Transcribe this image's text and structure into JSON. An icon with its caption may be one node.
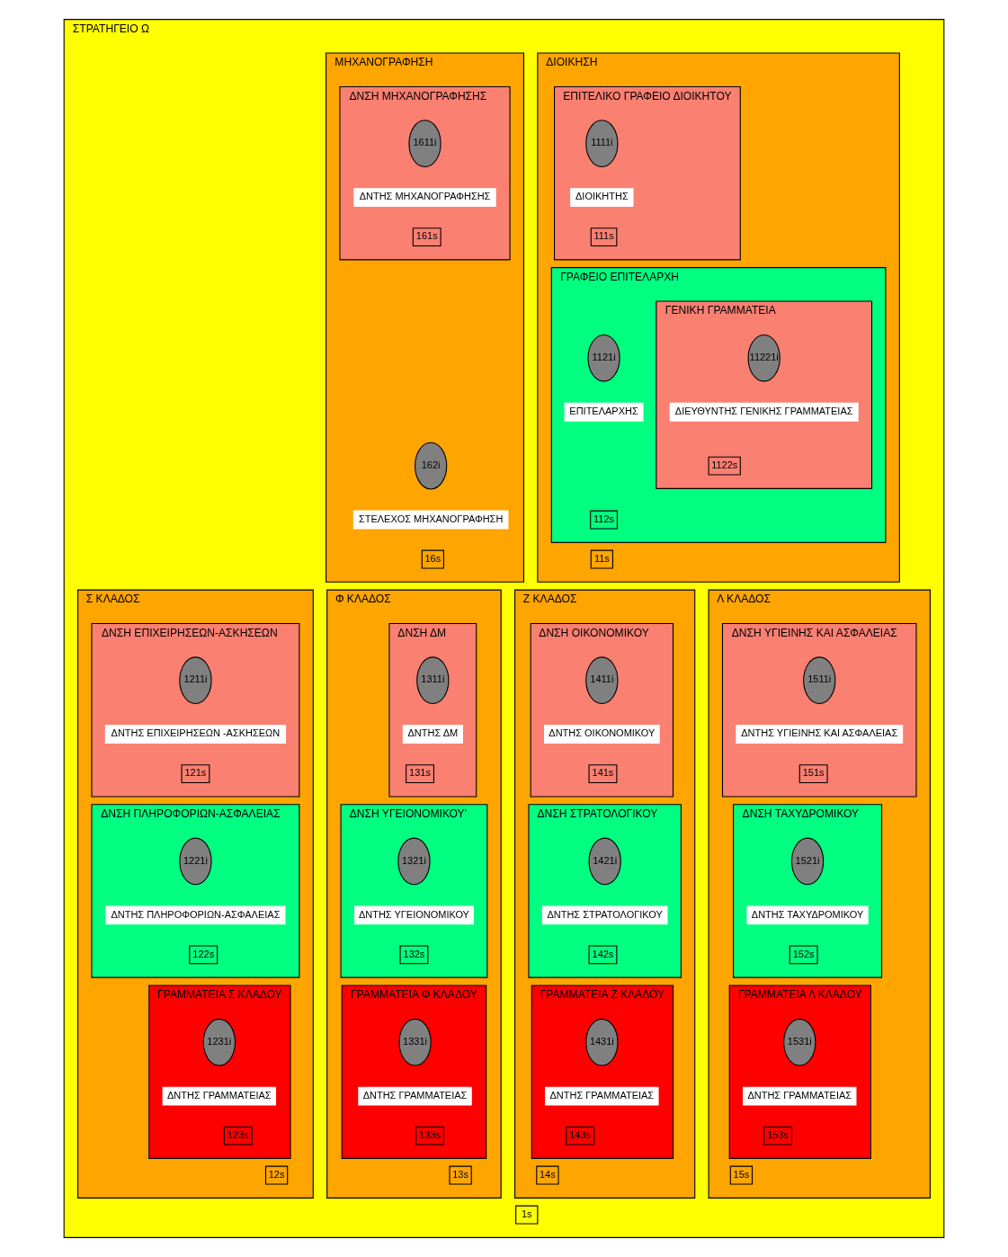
{
  "diagram": {
    "nodes": [
      {
        "text": [
          "ΣΤΡΑΤΗΓΕΙΟ Ω"
        ]
      },
      {
        "text": [
          "ΔΙΟΙΚΗΣΗ"
        ],
        "in": 0
      },
      {
        "text": [
          "ΕΠΙΤΕΛΙΚΟ ΓΡΑΦΕΙΟ ΔΙΟΙΚΗΤΟΥ"
        ],
        "in": 1
      },
      {
        "text": [
          "1111i"
        ],
        "in": 2,
        "beside": [
          "ΔΙΟΙΚΗΤΗΣ"
        ]
      },
      {
        "text": [
          "111s"
        ],
        "in": 2
      },
      {
        "text": [
          "ΓΡΑΦΕΙΟ ΕΠΙΤΕΛΑΡΧΗ"
        ],
        "in": 1
      },
      {
        "text": [
          "1121i"
        ],
        "in": 5,
        "beside": [
          "ΕΠΙΤΕΛΑΡΧΗΣ"
        ]
      },
      {
        "text": [
          "ΓΕΝΙΚΗ ΓΡΑΜΜΑΤΕΙΑ"
        ],
        "in": 5
      },
      {
        "text": [
          "11221i"
        ],
        "in": 7,
        "beside": [
          "ΔΙΕΥΘΥΝΤΗΣ ΓΕΝΙΚΗΣ ΓΡΑΜΜΑΤΕΙΑΣ"
        ]
      },
      {
        "text": [
          "1122s"
        ],
        "in": 7
      },
      {
        "text": [
          "112s"
        ],
        "in": 5
      },
      {
        "text": [
          "11s"
        ],
        "in": 1
      },
      {
        "text": [
          "ΜΗΧΑΝΟΓΡΑΦΗΣΗ"
        ],
        "in": 0
      },
      {
        "text": [
          "ΔΝΣΗ ΜΗΧΑΝΟΓΡΑΦΗΣΗΣ"
        ],
        "in": 12
      },
      {
        "text": [
          "1611i"
        ],
        "in": 13,
        "beside": [
          "ΔΝΤΗΣ ΜΗΧΑΝΟΓΡΑΦΗΣΗΣ"
        ]
      },
      {
        "text": [
          "161s"
        ],
        "in": 13
      },
      {
        "text": [
          "162i"
        ],
        "in": 12,
        "beside": [
          "ΣΤΕΛΕΧΟΣ ΜΗΧΑΝΟΓΡΑΦΗΣΗ"
        ]
      },
      {
        "text": [
          "16s"
        ],
        "in": 12
      },
      {
        "text": [
          "Σ ΚΛΑΔΟΣ"
        ],
        "in": 0
      },
      {
        "text": [
          "ΔΝΣΗ ΕΠΙΧΕΙΡΗΣΕΩΝ-ΑΣΚΗΣΕΩΝ"
        ],
        "in": 18
      },
      {
        "text": [
          "1211i"
        ],
        "in": 19,
        "beside": [
          "ΔΝΤΗΣ ΕΠΙΧΕΙΡΗΣΕΩΝ -ΑΣΚΗΣΕΩΝ"
        ]
      },
      {
        "text": [
          "121s"
        ],
        "in": 19
      },
      {
        "text": [
          "ΔΝΣΗ ΠΛΗΡΟΦΟΡΙΩΝ-ΑΣΦΑΛΕΙΑΣ"
        ],
        "in": 18
      },
      {
        "text": [
          "1221i"
        ],
        "in": 22,
        "beside": [
          "ΔΝΤΗΣ ΠΛΗΡΟΦΟΡΙΩΝ-ΑΣΦΑΛΕΙΑΣ"
        ]
      },
      {
        "text": [
          "122s"
        ],
        "in": 22
      },
      {
        "text": [
          "ΓΡΑΜΜΑΤΕΙΑ Σ ΚΛΑΔΟΥ"
        ],
        "in": 18
      },
      {
        "text": [
          "1231i"
        ],
        "in": 25,
        "beside": [
          "ΔΝΤΗΣ ΓΡΑΜΜΑΤΕΙΑΣ"
        ]
      },
      {
        "text": [
          "123s"
        ],
        "in": 25
      },
      {
        "text": [
          "12s"
        ],
        "in": 18
      },
      {
        "text": [
          "Φ ΚΛΑΔΟΣ"
        ],
        "in": 0
      },
      {
        "text": [
          "ΔΝΣΗ ΔΜ"
        ],
        "in": 29
      },
      {
        "text": [
          "1311i"
        ],
        "in": 30,
        "beside": [
          "ΔΝΤΗΣ ΔΜ"
        ]
      },
      {
        "text": [
          "131s"
        ],
        "in": 30
      },
      {
        "text": [
          "ΔΝΣΗ ΥΓΕΙΟΝΟΜΙΚΟΥ'"
        ],
        "in": 29
      },
      {
        "text": [
          "1321i"
        ],
        "in": 33,
        "beside": [
          "ΔΝΤΗΣ ΥΓΕΙΟΝΟΜΙΚΟΥ"
        ]
      },
      {
        "text": [
          "132s"
        ],
        "in": 33
      },
      {
        "text": [
          "ΓΡΑΜΜΑΤΕΙΑ Φ ΚΛΑΔΟΥ"
        ],
        "in": 29
      },
      {
        "text": [
          "1331i"
        ],
        "in": 36,
        "beside": [
          "ΔΝΤΗΣ ΓΡΑΜΜΑΤΕΙΑΣ"
        ]
      },
      {
        "text": [
          "133s"
        ],
        "in": 36
      },
      {
        "text": [
          "13s"
        ],
        "in": 29
      },
      {
        "text": [
          "Ζ ΚΛΑΔΟΣ"
        ],
        "in": 0
      },
      {
        "text": [
          "ΔΝΣΗ ΟΙΚΟΝΟΜΙΚΟΥ"
        ],
        "in": 40
      },
      {
        "text": [
          "1411i"
        ],
        "in": 41,
        "beside": [
          "ΔΝΤΗΣ ΟΙΚΟΝΟΜΙΚΟΥ"
        ]
      },
      {
        "text": [
          "141s"
        ],
        "in": 41
      },
      {
        "text": [
          "ΔΝΣΗ ΣΤΡΑΤΟΛΟΓΙΚΟΥ"
        ],
        "in": 40
      },
      {
        "text": [
          "1421i"
        ],
        "in": 44,
        "beside": [
          "ΔΝΤΗΣ ΣΤΡΑΤΟΛΟΓΙΚΟΥ"
        ]
      },
      {
        "text": [
          "142s"
        ],
        "in": 44
      },
      {
        "text": [
          "ΓΡΑΜΜΑΤΕΙΑ Ζ ΚΛΑΔΟΥ"
        ],
        "in": 40
      },
      {
        "text": [
          "1431i"
        ],
        "in": 47,
        "beside": [
          "ΔΝΤΗΣ ΓΡΑΜΜΑΤΕΙΑΣ"
        ]
      },
      {
        "text": [
          "143s"
        ],
        "in": 47
      },
      {
        "text": [
          "14s"
        ],
        "in": 40
      },
      {
        "text": [
          "Λ ΚΛΑΔΟΣ"
        ],
        "in": 0
      },
      {
        "text": [
          "ΔΝΣΗ ΥΓΙΕΙΝΗΣ ΚΑΙ ΑΣΦΑΛΕΙΑΣ"
        ],
        "in": 51
      },
      {
        "text": [
          "1511i"
        ],
        "in": 52,
        "beside": [
          "ΔΝΤΗΣ ΥΓΙΕΙΝΗΣ ΚΑΙ ΑΣΦΑΛΕΙΑΣ"
        ]
      },
      {
        "text": [
          "151s"
        ],
        "in": 52
      },
      {
        "text": [
          "ΔΝΣΗ ΤΑΧΥΔΡΟΜΙΚΟΥ"
        ],
        "in": 51
      },
      {
        "text": [
          "1521i"
        ],
        "in": 55,
        "beside": [
          "ΔΝΤΗΣ ΤΑΧΥΔΡΟΜΙΚΟΥ"
        ]
      },
      {
        "text": [
          "152s"
        ],
        "in": 55
      },
      {
        "text": [
          "ΓΡΑΜΜΑΤΕΙΑ Λ ΚΛΑΔΟΥ"
        ],
        "in": 51
      },
      {
        "text": [
          "1531i"
        ],
        "in": 58,
        "beside": [
          "ΔΝΤΗΣ ΓΡΑΜΜΑΤΕΙΑΣ"
        ]
      },
      {
        "text": [
          "153s"
        ],
        "in": 58
      },
      {
        "text": [
          "15s"
        ],
        "in": 51
      },
      {
        "text": [
          "1s"
        ],
        "in": 0
      }
    ]
  }
}
